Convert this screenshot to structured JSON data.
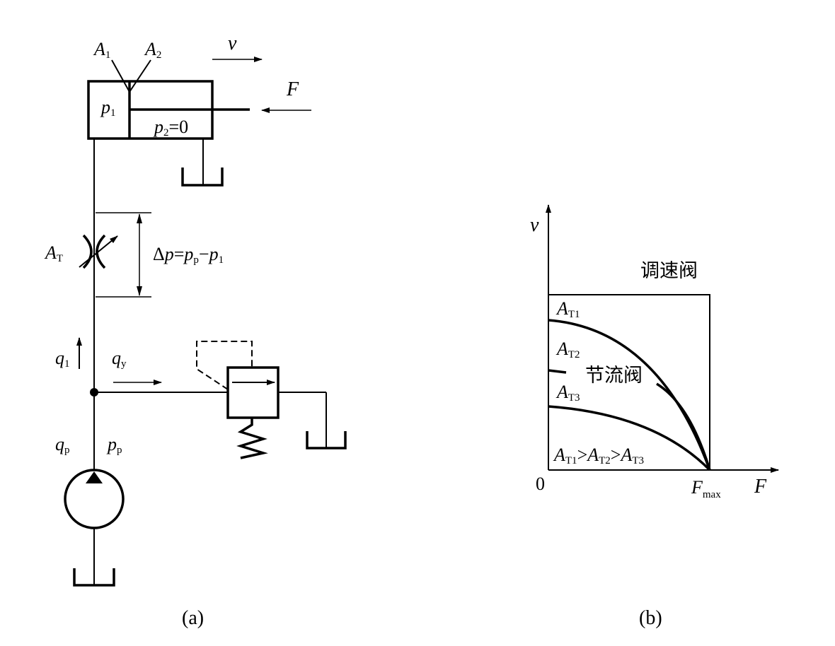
{
  "colors": {
    "ink": "#000000",
    "background": "#ffffff"
  },
  "diagram_a": {
    "caption": "(a)",
    "cylinder": {
      "area_rod_side_base": "A",
      "area_rod_side_sub": "1",
      "area_cap_base": "A",
      "area_cap_sub": "2",
      "pressure_left_base": "p",
      "pressure_left_sub": "1",
      "pressure_right_base": "p",
      "pressure_right_sub": "2",
      "pressure_right_value": "=0",
      "velocity_label": "v",
      "force_label": "F"
    },
    "throttle": {
      "label_base": "A",
      "label_sub": "T",
      "dp_prefix": "Δ",
      "dp_p": "p",
      "dp_eq": "=",
      "dp_pp_base": "p",
      "dp_pp_sub": "p",
      "dp_minus": "−",
      "dp_p1_base": "p",
      "dp_p1_sub": "1"
    },
    "flow": {
      "q1_base": "q",
      "q1_sub": "1",
      "qy_base": "q",
      "qy_sub": "y",
      "qp_base": "q",
      "qp_sub": "p",
      "pp_base": "p",
      "pp_sub": "p"
    }
  },
  "diagram_b": {
    "caption": "(b)",
    "axis_y_label": "v",
    "axis_x_label": "F",
    "origin_label": "0",
    "fmax_base": "F",
    "fmax_sub": "max",
    "speed_valve_label": "调速阀",
    "throttle_valve_label": "节流阀",
    "curves": [
      {
        "base": "A",
        "sub": "T1"
      },
      {
        "base": "A",
        "sub": "T2"
      },
      {
        "base": "A",
        "sub": "T3"
      }
    ],
    "relation": {
      "a1_base": "A",
      "a1_sub": "T1",
      "gt1": ">",
      "a2_base": "A",
      "a2_sub": "T2",
      "gt2": ">",
      "a3_base": "A",
      "a3_sub": "T3"
    }
  }
}
